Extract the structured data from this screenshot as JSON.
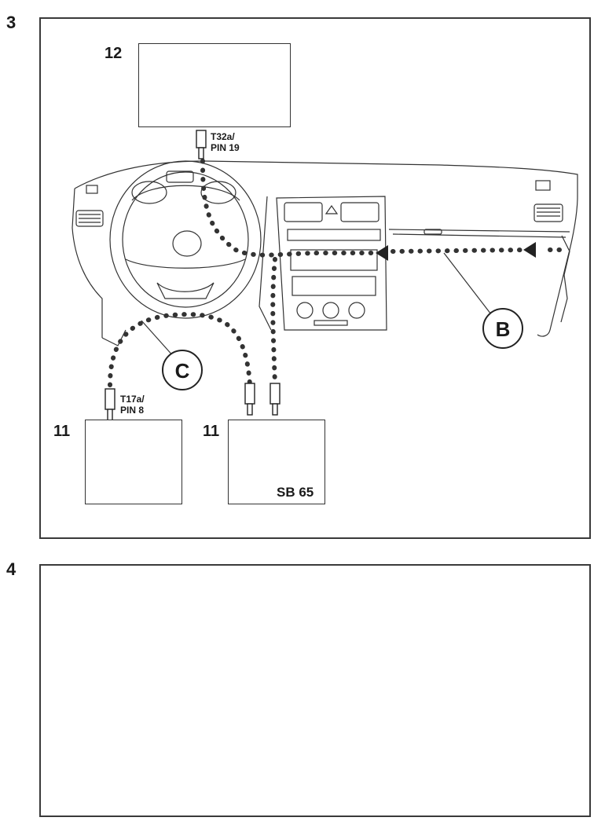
{
  "steps": {
    "step3": {
      "number": "3",
      "callouts": {
        "cluster_ref": "12",
        "cluster_pin": [
          "T32a/",
          "PIN 19"
        ],
        "switch_ref": "11",
        "switch_pin": [
          "T17a/",
          "PIN 8"
        ],
        "fusebox_ref": "11",
        "fusebox_label": "SB 65",
        "route_b": "B",
        "route_c": "C"
      }
    },
    "step4": {
      "number": "4"
    }
  }
}
